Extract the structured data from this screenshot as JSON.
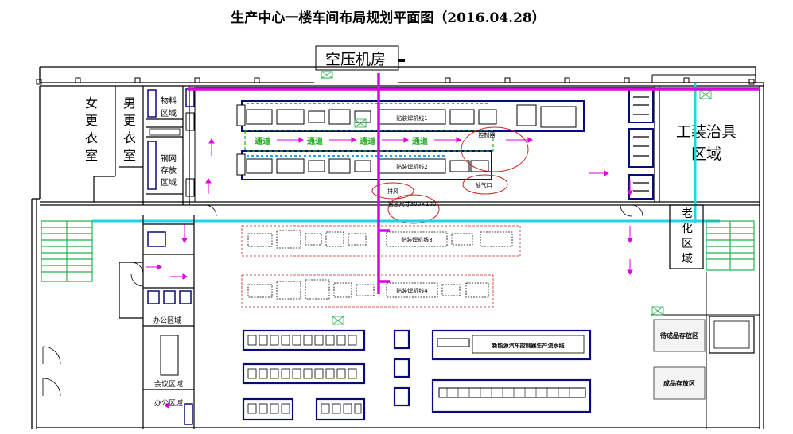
{
  "title": "生产中心一楼车间布局规划平面图（2016.04.28）",
  "colors": {
    "wall": "#000000",
    "equipment": "#0a0a7a",
    "pipe_magenta": "#e000e0",
    "pipe_cyan": "#22d3e6",
    "stair": "#22b24c",
    "markup_red": "#cc2222",
    "channel_green": "#22aa22",
    "conveyor_blue": "#1aa3ff"
  },
  "rooms": {
    "compressor": "空压机房",
    "women_locker": [
      "女",
      "更",
      "衣",
      "室"
    ],
    "men_locker": [
      "男",
      "更",
      "衣",
      "室"
    ],
    "material_area": [
      "物料",
      "区域"
    ],
    "steel_storage": [
      "钢网",
      "存放",
      "区域"
    ],
    "tooling_area": [
      "工装治具",
      "区域"
    ],
    "aging_area": [
      "老",
      "化",
      "区",
      "域"
    ],
    "office_1": "办公区域",
    "meeting": "会议区域",
    "office_2": "办公区域"
  },
  "channel_label": "通道",
  "lines": {
    "smt_line_1": "贴装焊机线1",
    "smt_line_2": "贴装焊机线2",
    "planned_line_1": "贴装焊机线3",
    "planned_line_2": "贴装焊机线4",
    "control_box": "控制器",
    "new_energy_line": "新能源汽车控制器生产流水线"
  },
  "storage": {
    "pending": "待成品存放区",
    "finished": "成品存放区"
  },
  "annotations": {
    "pipe_size": "管道尺寸300×100",
    "vent": "排风",
    "exhaust": "抽气口"
  }
}
